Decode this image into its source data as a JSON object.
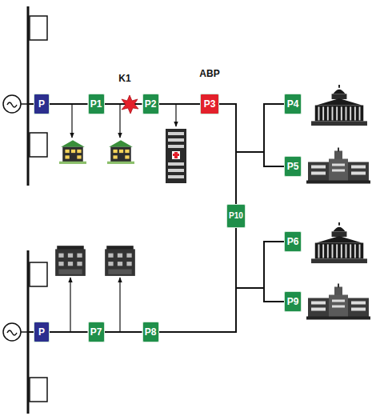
{
  "diagram": {
    "nodes": [
      {
        "text": [
          "P"
        ]
      },
      {
        "text": [
          "P1"
        ]
      },
      {
        "text": [
          "P2"
        ]
      },
      {
        "text": [
          "P3"
        ]
      },
      {
        "text": [
          "P4"
        ]
      },
      {
        "text": [
          "P5"
        ]
      },
      {
        "text": [
          "P10"
        ]
      },
      {
        "text": [
          "P6"
        ]
      },
      {
        "text": [
          "P9"
        ]
      },
      {
        "text": [
          "P"
        ]
      },
      {
        "text": [
          "P7"
        ]
      },
      {
        "text": [
          "P8"
        ]
      }
    ],
    "edges": [
      {
        "from": 0,
        "to": 1,
        "arrow": "none"
      },
      {
        "from": 1,
        "to": 2,
        "arrow": "none"
      },
      {
        "from": 2,
        "to": 3,
        "arrow": "none"
      },
      {
        "from": 3,
        "to": 4,
        "arrow": "none"
      },
      {
        "from": 3,
        "to": 5,
        "arrow": "none"
      },
      {
        "from": 3,
        "to": 6,
        "arrow": "none"
      },
      {
        "from": 11,
        "to": 6,
        "arrow": "none"
      },
      {
        "from": 11,
        "to": 7,
        "arrow": "none"
      },
      {
        "from": 11,
        "to": 8,
        "arrow": "none"
      },
      {
        "from": 9,
        "to": 10,
        "arrow": "none"
      },
      {
        "from": 10,
        "to": 11,
        "arrow": "none"
      }
    ],
    "labels": [
      "K1",
      "ABP"
    ]
  }
}
